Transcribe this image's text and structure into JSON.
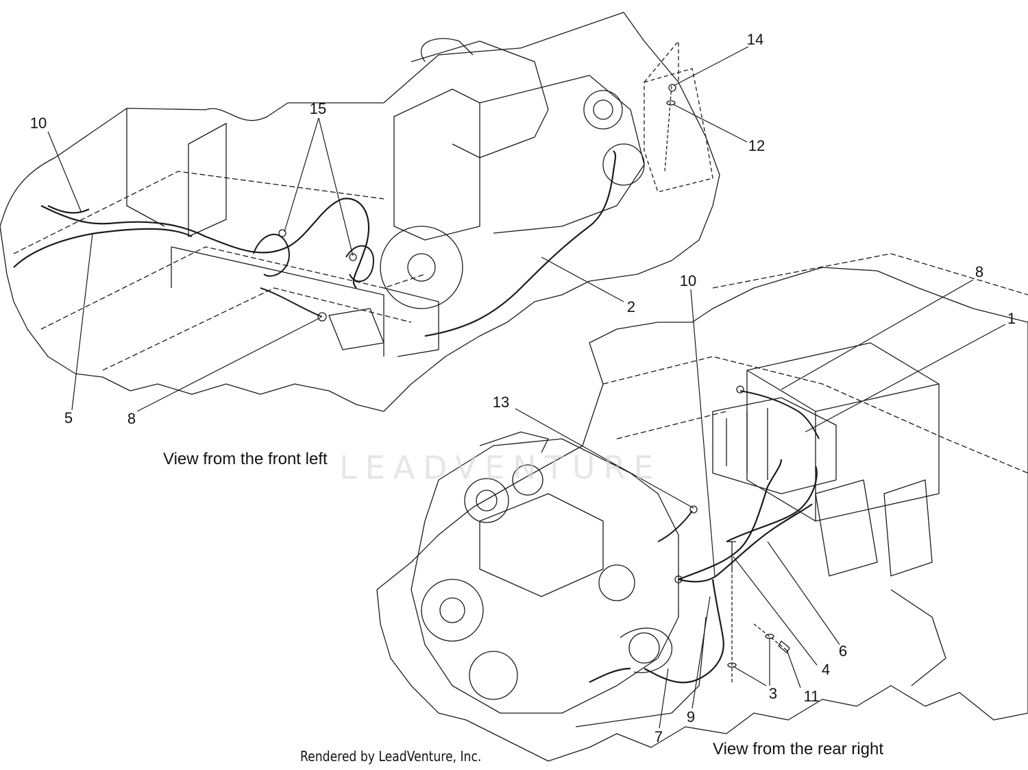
{
  "callouts": [
    {
      "id": "c1",
      "text": "1"
    },
    {
      "id": "c2",
      "text": "2"
    },
    {
      "id": "c3",
      "text": "3"
    },
    {
      "id": "c4",
      "text": "4"
    },
    {
      "id": "c5",
      "text": "5"
    },
    {
      "id": "c6",
      "text": "6"
    },
    {
      "id": "c7",
      "text": "7"
    },
    {
      "id": "c8a",
      "text": "8"
    },
    {
      "id": "c8b",
      "text": "8"
    },
    {
      "id": "c9",
      "text": "9"
    },
    {
      "id": "c10a",
      "text": "10"
    },
    {
      "id": "c10b",
      "text": "10"
    },
    {
      "id": "c11",
      "text": "11"
    },
    {
      "id": "c12",
      "text": "12"
    },
    {
      "id": "c13",
      "text": "13"
    },
    {
      "id": "c14",
      "text": "14"
    },
    {
      "id": "c15",
      "text": "15"
    }
  ],
  "captions": {
    "front_left": "View from the front left",
    "rear_right": "View from the rear right"
  },
  "credit": "Rendered by LeadVenture, Inc.",
  "watermark": "LEADVENTURE",
  "colors": {
    "line": "#1a1a1a",
    "background": "#ffffff",
    "watermark": "#d2d2d2"
  }
}
